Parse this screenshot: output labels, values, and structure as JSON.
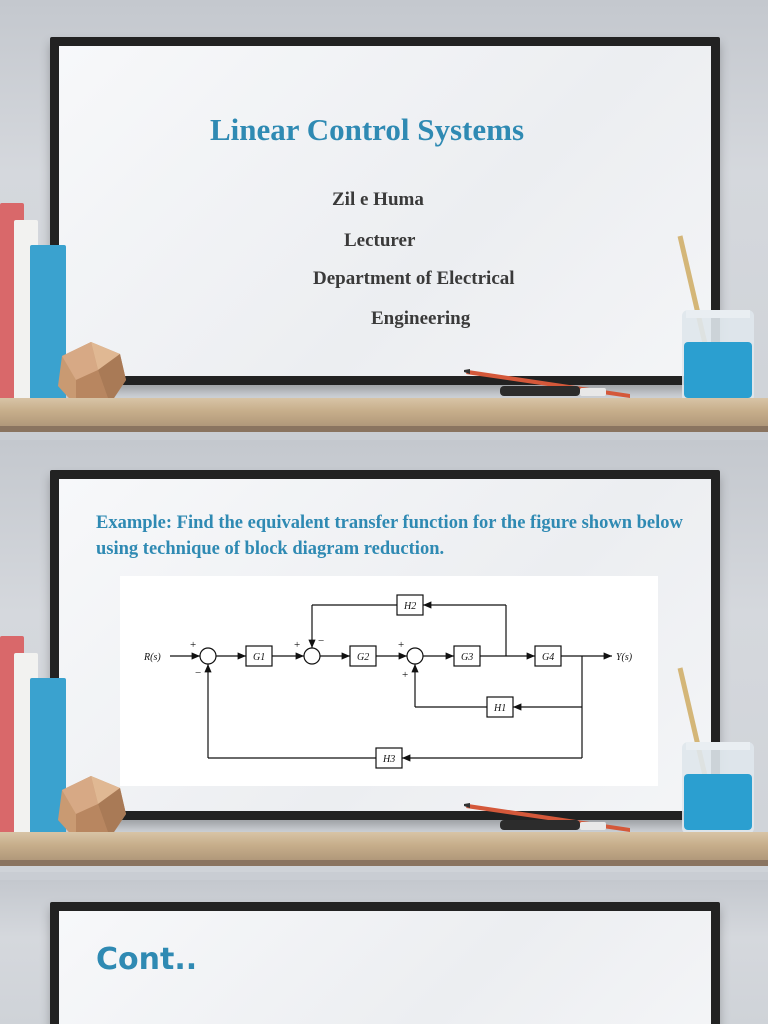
{
  "slide1": {
    "title": "Linear Control Systems",
    "name": "Zil e Huma",
    "role": "Lecturer",
    "department_line1": "Department of Electrical",
    "department_line2": "Engineering"
  },
  "slide2": {
    "example_text": "Example: Find the equivalent transfer function for the figure shown below using technique of block diagram reduction.",
    "diagram": {
      "input_label": "R(s)",
      "output_label": "Y(s)",
      "blocks": [
        "G1",
        "G2",
        "G3",
        "G4",
        "H1",
        "H2",
        "H3"
      ],
      "signs": [
        "+",
        "−",
        "+",
        "−",
        "+",
        "+"
      ]
    }
  },
  "slide3": {
    "title": "Cont.."
  },
  "colors": {
    "accent": "#2f8ab3",
    "board_frame": "#222222",
    "body_text": "#3a3a3a"
  }
}
